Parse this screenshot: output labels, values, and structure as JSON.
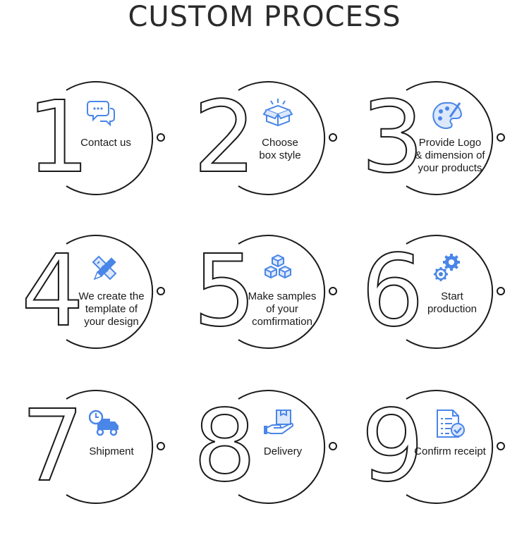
{
  "title": "CUSTOM PROCESS",
  "accent_color": "#4a86e8",
  "steps": [
    {
      "number": "1",
      "label": "Contact us",
      "icon": "chat-bubbles-icon"
    },
    {
      "number": "2",
      "label": "Choose\nbox style",
      "icon": "open-box-icon"
    },
    {
      "number": "3",
      "label": "Provide Logo\n& dimension of\nyour products",
      "icon": "palette-icon"
    },
    {
      "number": "4",
      "label": "We create the\ntemplate of\nyour design",
      "icon": "pencil-ruler-icon"
    },
    {
      "number": "5",
      "label": "Make samples\nof your\ncomfirmation",
      "icon": "stacked-cubes-icon"
    },
    {
      "number": "6",
      "label": "Start\nproduction",
      "icon": "gears-icon"
    },
    {
      "number": "7",
      "label": "Shipment",
      "icon": "truck-clock-icon"
    },
    {
      "number": "8",
      "label": "Delivery",
      "icon": "hand-box-icon"
    },
    {
      "number": "9",
      "label": "Confirm receipt",
      "icon": "checklist-icon"
    }
  ]
}
